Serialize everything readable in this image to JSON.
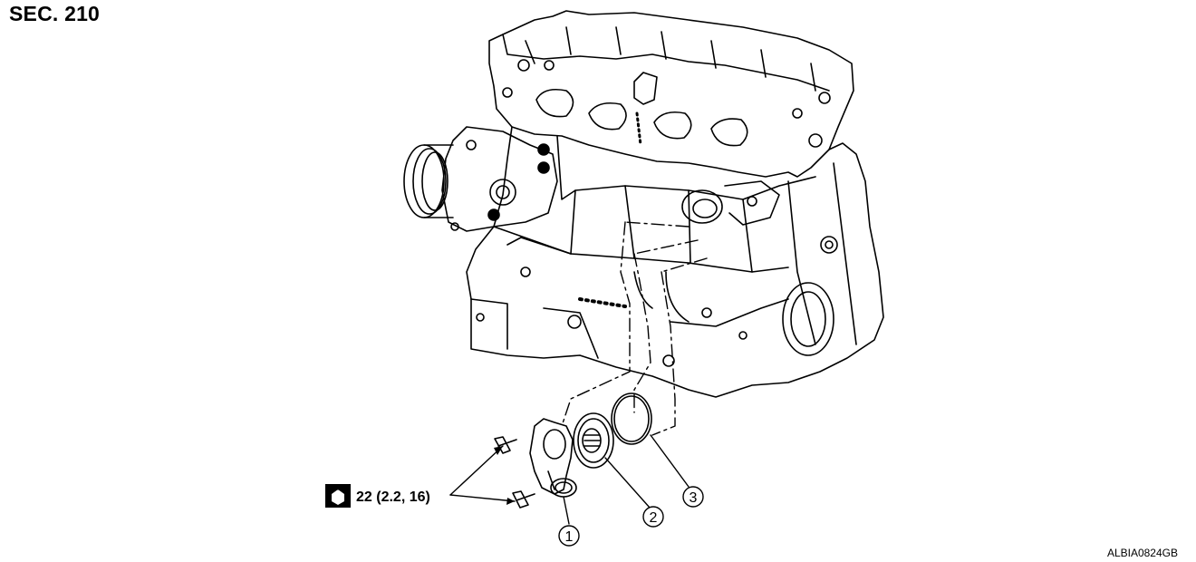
{
  "section_title": "SEC. 210",
  "figure_id": "ALBIA0824GB",
  "torque_spec": {
    "icon": "torque-wrench-icon",
    "text": "22 (2.2, 16)"
  },
  "callouts": [
    {
      "number": "1"
    },
    {
      "number": "2"
    },
    {
      "number": "3"
    }
  ]
}
